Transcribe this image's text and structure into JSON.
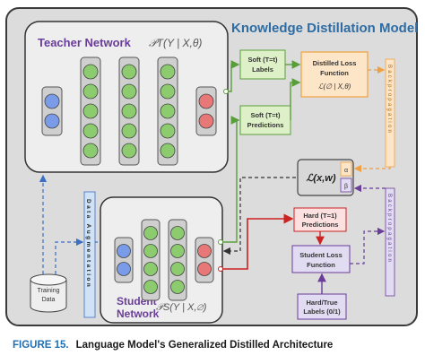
{
  "diagram": {
    "title": "Knowledge Distillation Model",
    "teacher": {
      "label": "Teacher Network",
      "formula": "𝒫T(Y | X,θ)",
      "layers": [
        2,
        5,
        5,
        5,
        2
      ]
    },
    "student": {
      "label_line1": "Student",
      "label_line2": "Network",
      "formula": "𝒫S(Y | X,∅)",
      "layers": [
        2,
        4,
        4,
        2
      ]
    },
    "soft_labels": {
      "line1": "Soft (T=t)",
      "line2": "Labels"
    },
    "soft_predictions": {
      "line1": "Soft (T=t)",
      "line2": "Predictions"
    },
    "distilled_loss": {
      "line1": "Distilled Loss",
      "line2": "Function",
      "formula": "ℒ(∅ | X,θ)"
    },
    "total_loss": {
      "formula": "ℒ(x,w)",
      "alpha": "α",
      "beta": "β"
    },
    "hard_predictions": {
      "line1": "Hard (T=1)",
      "line2": "Predictions"
    },
    "student_loss": {
      "line1": "Student Loss",
      "line2": "Function"
    },
    "hard_labels": {
      "line1": "Hard/True",
      "line2": "Labels (0/1)"
    },
    "training_data": {
      "line1": "Training",
      "line2": "Data"
    },
    "data_augmentation": "Data Augmentation",
    "backpropagation": "Backpropagation"
  },
  "caption": {
    "figure": "FIGURE 15.",
    "text": "Language Model's Generalized Distilled Architecture"
  },
  "colors": {
    "title_blue": "#2e6da4",
    "label_purple": "#6a3d9a",
    "neuron_blue": "#7a9ce8",
    "neuron_green": "#8ccc6e",
    "neuron_red": "#e87878",
    "orange_box": "#fde5c8",
    "orange_line": "#f0a040",
    "purple_box": "#e2dcf2",
    "blue_strip": "#cfe2f6",
    "green_box": "#ddf0c8",
    "red_line": "#cc2222",
    "frame_bg": "#dcdcdc"
  }
}
